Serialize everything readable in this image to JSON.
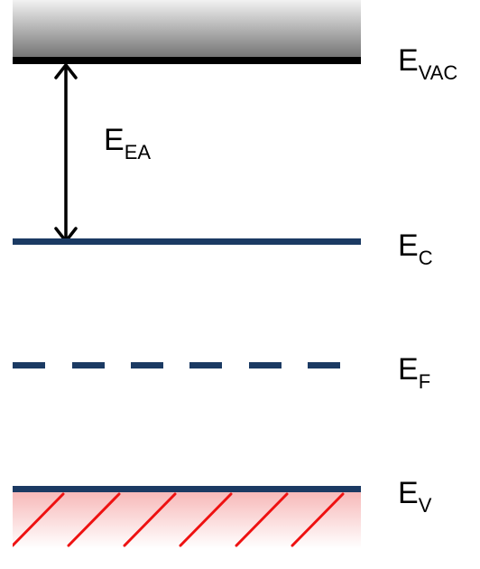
{
  "colors": {
    "band_line": "#1b3a63",
    "vacuum_line": "#000000",
    "valence_hatch": "#ee1111",
    "valence_fill_top": "#f7b9b9",
    "vacuum_fill_top": "#f2f2f2",
    "vacuum_fill_bottom": "#6f6f6f"
  },
  "labels": {
    "vacuum": {
      "main": "E",
      "sub": "VAC"
    },
    "electron_affinity": {
      "main": "E",
      "sub": "EA"
    },
    "conduction": {
      "main": "E",
      "sub": "C"
    },
    "fermi": {
      "main": "E",
      "sub": "F"
    },
    "valence": {
      "main": "E",
      "sub": "V"
    }
  }
}
